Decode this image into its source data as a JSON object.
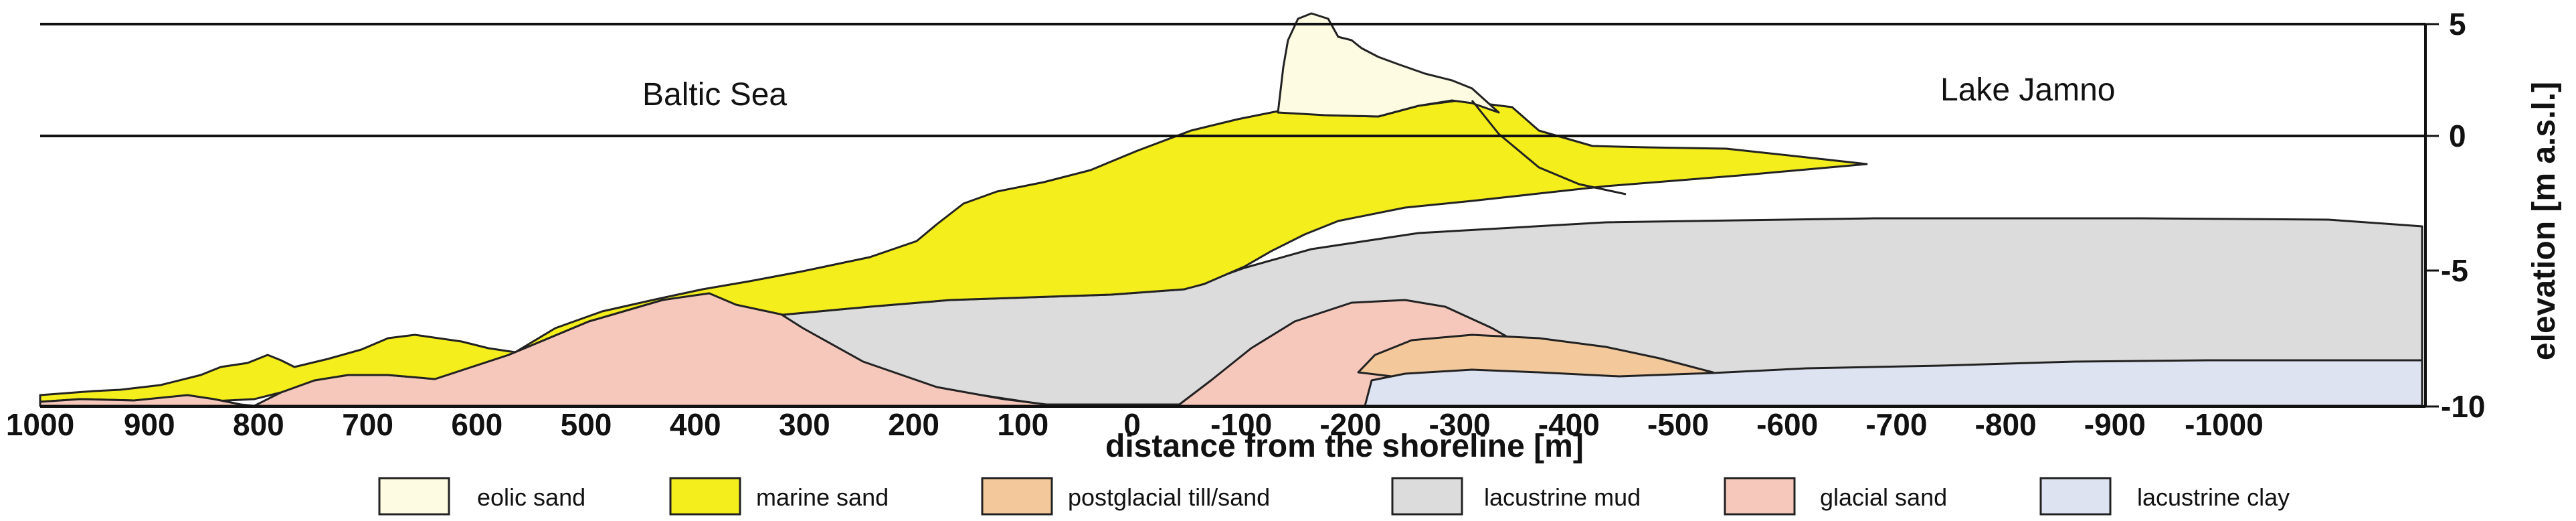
{
  "labels": {
    "sea": "Baltic Sea",
    "lake": "Lake Jamno"
  },
  "axes": {
    "x_title": "distance from the shoreline  [m]",
    "y_title": "elevation  [m a.s.l.]",
    "x_ticks": [
      "1000",
      "900",
      "800",
      "700",
      "600",
      "500",
      "400",
      "300",
      "200",
      "100",
      "0",
      "-100",
      "-200",
      "-300",
      "-400",
      "-500",
      "-600",
      "-700",
      "-800",
      "-900",
      "-1000"
    ],
    "y_ticks": [
      "5",
      "0",
      "-5",
      "-10"
    ]
  },
  "colors": {
    "eolic_sand": "#fdfbe2",
    "marine_sand": "#f4ee1c",
    "postglacial_till_sand": "#f3c99c",
    "lacustrine_mud": "#dcdcdc",
    "glacial_sand": "#f6c8bc",
    "lacustrine_clay": "#dde3f1"
  },
  "legend": [
    {
      "key": "eolic_sand",
      "label": "eolic sand"
    },
    {
      "key": "marine_sand",
      "label": "marine sand"
    },
    {
      "key": "postglacial_till_sand",
      "label": "postglacial till/sand"
    },
    {
      "key": "lacustrine_mud",
      "label": "lacustrine mud"
    },
    {
      "key": "glacial_sand",
      "label": "glacial sand"
    },
    {
      "key": "lacustrine_clay",
      "label": "lacustrine clay"
    }
  ]
}
